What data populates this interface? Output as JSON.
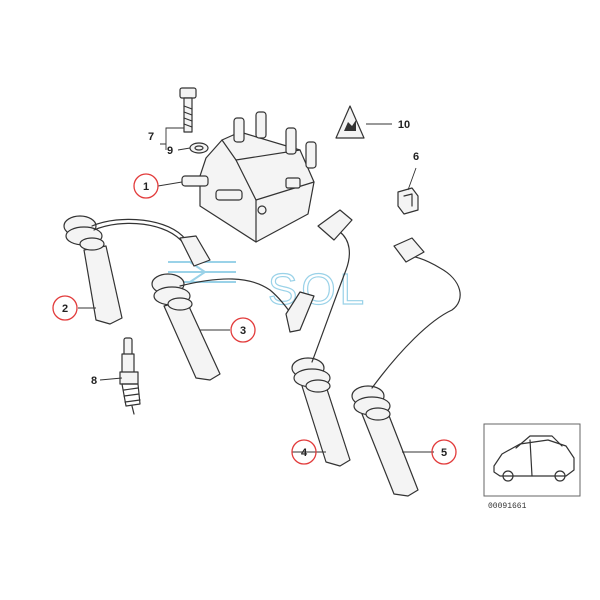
{
  "diagram": {
    "callouts": [
      {
        "id": "1",
        "label": "1",
        "circled": true
      },
      {
        "id": "2",
        "label": "2",
        "circled": true
      },
      {
        "id": "3",
        "label": "3",
        "circled": true
      },
      {
        "id": "4",
        "label": "4",
        "circled": true
      },
      {
        "id": "5",
        "label": "5",
        "circled": true
      },
      {
        "id": "6",
        "label": "6",
        "circled": false
      },
      {
        "id": "7",
        "label": "7",
        "circled": false
      },
      {
        "id": "8",
        "label": "8",
        "circled": false
      },
      {
        "id": "9",
        "label": "9",
        "circled": false
      },
      {
        "id": "10",
        "label": "10",
        "circled": false
      }
    ],
    "watermark": "SOL",
    "reference_number": "00091661",
    "colors": {
      "callout_ring": "#e23b3b",
      "line_art": "#333333",
      "watermark": "#9ad2e8"
    }
  }
}
